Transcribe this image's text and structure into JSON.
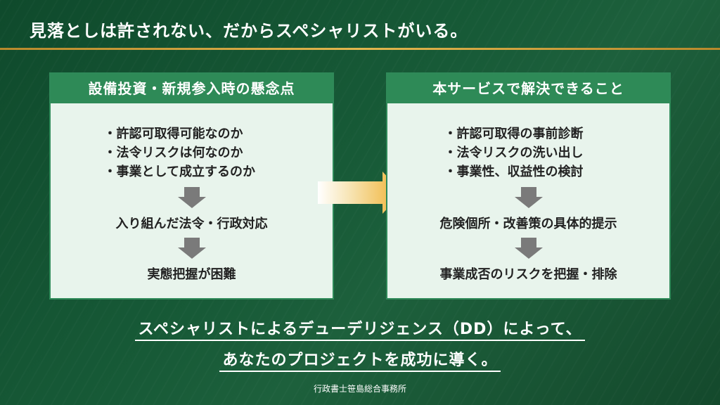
{
  "title": "見落としは許されない、だからスペシャリストがいる。",
  "left": {
    "header": "設備投資・新規参入時の懸念点",
    "bullets": [
      "・許認可取得可能なのか",
      "・法令リスクは何なのか",
      "・事業として成立するのか"
    ],
    "step1": "入り組んだ法令・行政対応",
    "step2": "実態把握が困難"
  },
  "right": {
    "header": "本サービスで解決できること",
    "bullets": [
      "・許認可取得の事前診断",
      "・法令リスクの洗い出し",
      "・事業性、収益性の検討"
    ],
    "step1": "危険個所・改善策の具体的提示",
    "step2": "事業成否のリスクを把握・排除"
  },
  "message": [
    "スペシャリストによるデューデリジェンス（DD）によって、",
    "あなたのプロジェクトを成功に導く。"
  ],
  "footer": "行政書士笹島総合事務所",
  "colors": {
    "accent": "#2e8a57",
    "gold": "#e2b64e",
    "arrow": "#f0b030"
  }
}
